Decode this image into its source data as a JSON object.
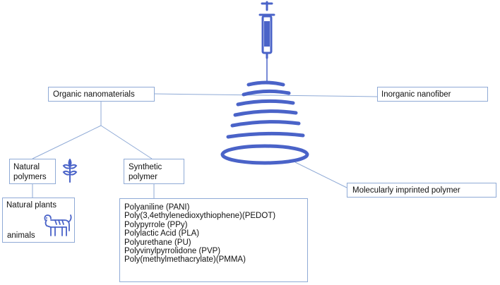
{
  "nodes": {
    "organic": "Organic nanomaterials",
    "inorganic": "Inorganic nanofiber",
    "natural": [
      "Natural",
      "polymers"
    ],
    "synthetic": [
      "Synthetic",
      "polymer"
    ],
    "plants": "Natural plants",
    "animals": "animals",
    "mip": "Molecularly imprinted polymer",
    "synthetic_list": [
      "Polyaniline (PANI)",
      "Poly(3,4ethylenedioxythiophene)(PEDOT)",
      "Polypyrrole (PPy)",
      "Polylactic Acid (PLA)",
      "Polyurethane (PU)",
      "Polyvinylpyrrolidone (PVP)",
      "Poly(methylmethacrylate)(PMMA)"
    ]
  },
  "icons": [
    "syringe-icon",
    "electrospun-cone-icon",
    "plant-icon",
    "tiger-icon"
  ],
  "colors": {
    "line": "#8faad6",
    "icon": "#4a63c8"
  }
}
